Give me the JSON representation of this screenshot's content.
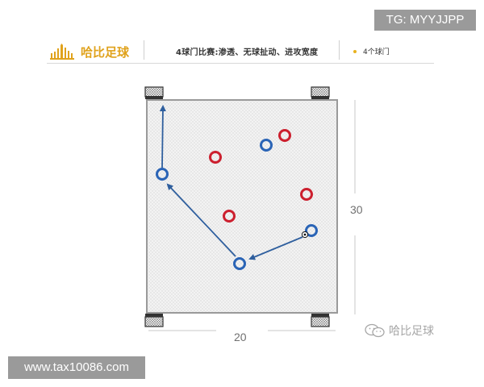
{
  "tg_badge": "TG: MYYJJPP",
  "header": {
    "logo_text": "哈比足球",
    "title": "4球门比赛:渗透、无球扯动、进攻宽度",
    "legend_label": "4个球门"
  },
  "field": {
    "width_label": "20",
    "height_label": "30"
  },
  "watermark": "哈比足球",
  "site_url": "www.tax10086.com",
  "colors": {
    "red_player": "#cc1f2e",
    "blue_player": "#2a64b6",
    "arrow": "#2f5f9e",
    "logo_gold": "#e0a21c"
  }
}
